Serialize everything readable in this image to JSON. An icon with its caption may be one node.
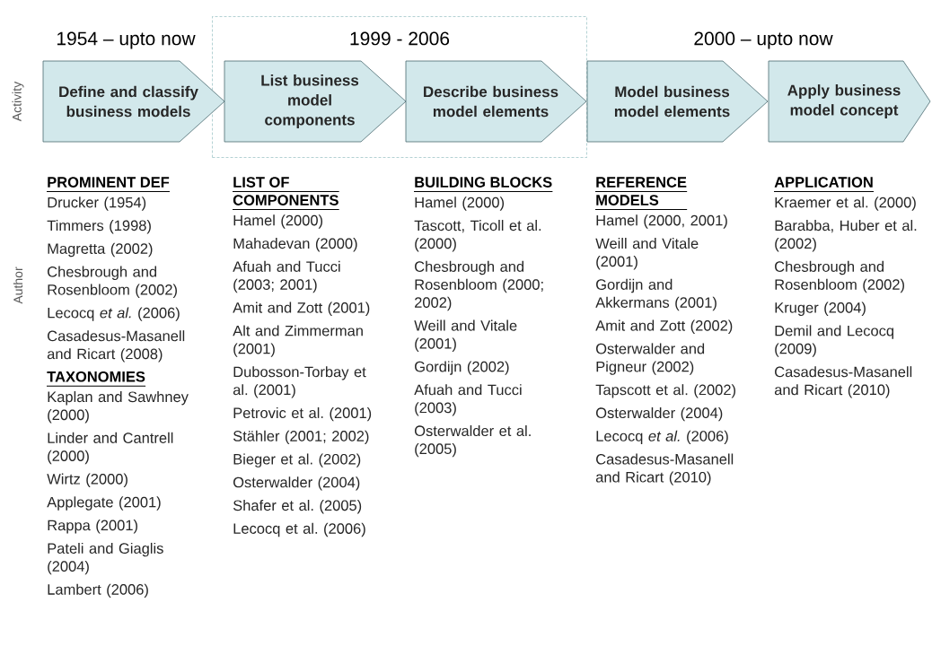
{
  "diagram": {
    "nodes": [
      {
        "text": [
          "Define and classify business models"
        ]
      },
      {
        "text": [
          "1999 - 2006"
        ]
      },
      {
        "text": [
          "List business model components"
        ],
        "in": 1
      },
      {
        "text": [
          "Describe business model elements"
        ],
        "in": 1
      },
      {
        "text": [
          "Model business model elements"
        ]
      },
      {
        "text": [
          "Apply business model concept"
        ]
      }
    ],
    "labels": [
      "1954 – upto now",
      "2000 – upto now",
      "Activity",
      "Author",
      "PROMINENT DEF",
      "Drucker (1954)",
      "Timmers (1998)",
      "Magretta (2002)",
      "Chesbrough and Rosenbloom (2002)",
      "Lecocq *et al.* (2006)",
      "Casadesus-Masanell and Ricart (2008)",
      "TAXONOMIES",
      "Kaplan and Sawhney (2000)",
      "Linder and Cantrell (2000)",
      "Wirtz (2000)",
      "Applegate (2001)",
      "Rappa (2001)",
      "Pateli and Giaglis (2004)",
      "Lambert (2006)",
      "LIST OF COMPONENTS",
      "Hamel (2000)",
      "Mahadevan (2000)",
      "Afuah and Tucci (2003; 2001)",
      "Amit and Zott (2001)",
      "Alt and Zimmerman (2001)",
      "Dubosson-Torbay et al. (2001)",
      "Petrovic et al. (2001)",
      "Stähler (2001; 2002)",
      "Bieger et al. (2002)",
      "Osterwalder (2004)",
      "Shafer et al. (2005)",
      "Lecocq et al. (2006)",
      "BUILDING BLOCKS",
      "Hamel (2000)",
      "Tascott, Ticoll et al. (2000)",
      "Chesbrough and Rosenbloom (2000; 2002)",
      "Weill and Vitale (2001)",
      "Gordijn (2002)",
      "Afuah and Tucci (2003)",
      "Osterwalder et al. (2005)",
      "REFERENCE MODELS",
      "Hamel (2000, 2001)",
      "Weill and Vitale (2001)",
      "Gordijn and Akkermans (2001)",
      "Amit and Zott (2002)",
      "Osterwalder and Pigneur (2002)",
      "Tapscott et al. (2002)",
      "Osterwalder (2004)",
      "Lecocq *et al.* (2006)",
      "Casadesus-Masanell and Ricart (2010)",
      "APPLICATION",
      "Kraemer et al. (2000)",
      "Barabba, Huber et al. (2002)",
      "Chesbrough and Rosenbloom (2002)",
      "Kruger (2004)",
      "Demil and Lecocq (2009)",
      "Casadesus-Masanell and Ricart (2010)"
    ]
  }
}
